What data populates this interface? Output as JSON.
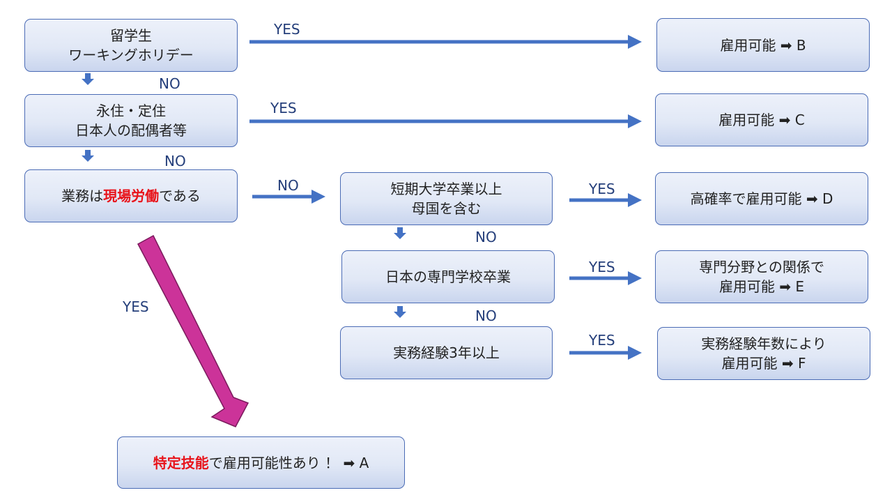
{
  "nodes": {
    "q1": {
      "line1": "留学生",
      "line2": "ワーキングホリデー"
    },
    "q2": {
      "line1": "永住・定住",
      "line2": "日本人の配偶者等"
    },
    "q3": {
      "prefix": "業務は",
      "highlight": "現場労働",
      "suffix": "である"
    },
    "q4": {
      "line1": "短期大学卒業以上",
      "line2": "母国を含む"
    },
    "q5": {
      "line1": "日本の専門学校卒業"
    },
    "q6": {
      "line1": "実務経験3年以上"
    },
    "rB": {
      "line1": "雇用可能 ➡ B"
    },
    "rC": {
      "line1": "雇用可能 ➡ C"
    },
    "rD": {
      "line1": "高確率で雇用可能 ➡ D"
    },
    "rE": {
      "line1": "専門分野との関係で",
      "line2": "雇用可能 ➡ E"
    },
    "rF": {
      "line1": "実務経験年数により",
      "line2": "雇用可能 ➡ F"
    },
    "rA": {
      "highlight": "特定技能",
      "suffix": "で雇用可能性あり ！ ➡ A"
    }
  },
  "edges": {
    "yes": "YES",
    "no": "NO"
  },
  "colors": {
    "box_border": "#4a6bb5",
    "arrow_blue": "#4472c4",
    "arrow_magenta": "#cc3399",
    "highlight_red": "#e8141b"
  }
}
